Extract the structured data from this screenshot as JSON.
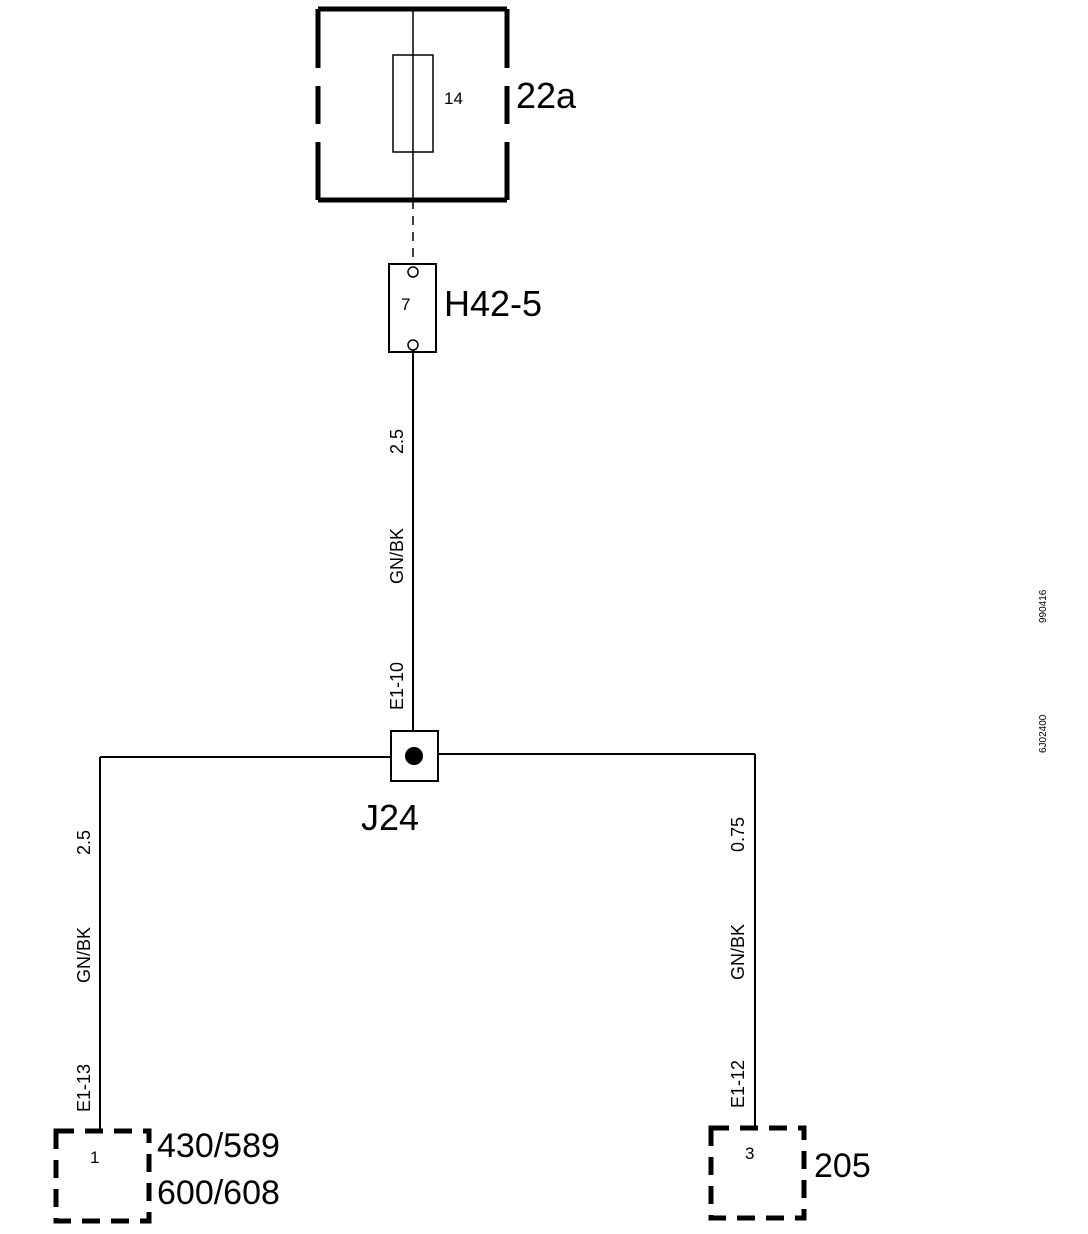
{
  "fuse_box": {
    "label": "22a",
    "fuse_number": "14"
  },
  "connector_h42": {
    "label": "H42-5",
    "pin": "7"
  },
  "wire_top": {
    "size": "2.5",
    "color": "GN/BK",
    "pin": "E1-10"
  },
  "junction": {
    "label": "J24"
  },
  "wire_left": {
    "size": "2.5",
    "color": "GN/BK",
    "pin": "E1-13"
  },
  "wire_right": {
    "size": "0.75",
    "color": "GN/BK",
    "pin": "E1-12"
  },
  "component_left": {
    "pin": "1",
    "label_line1": "430/589",
    "label_line2": "600/608"
  },
  "component_right": {
    "pin": "3",
    "label": "205"
  },
  "side_codes": {
    "code_a": "990416",
    "code_b": "6J02400"
  }
}
